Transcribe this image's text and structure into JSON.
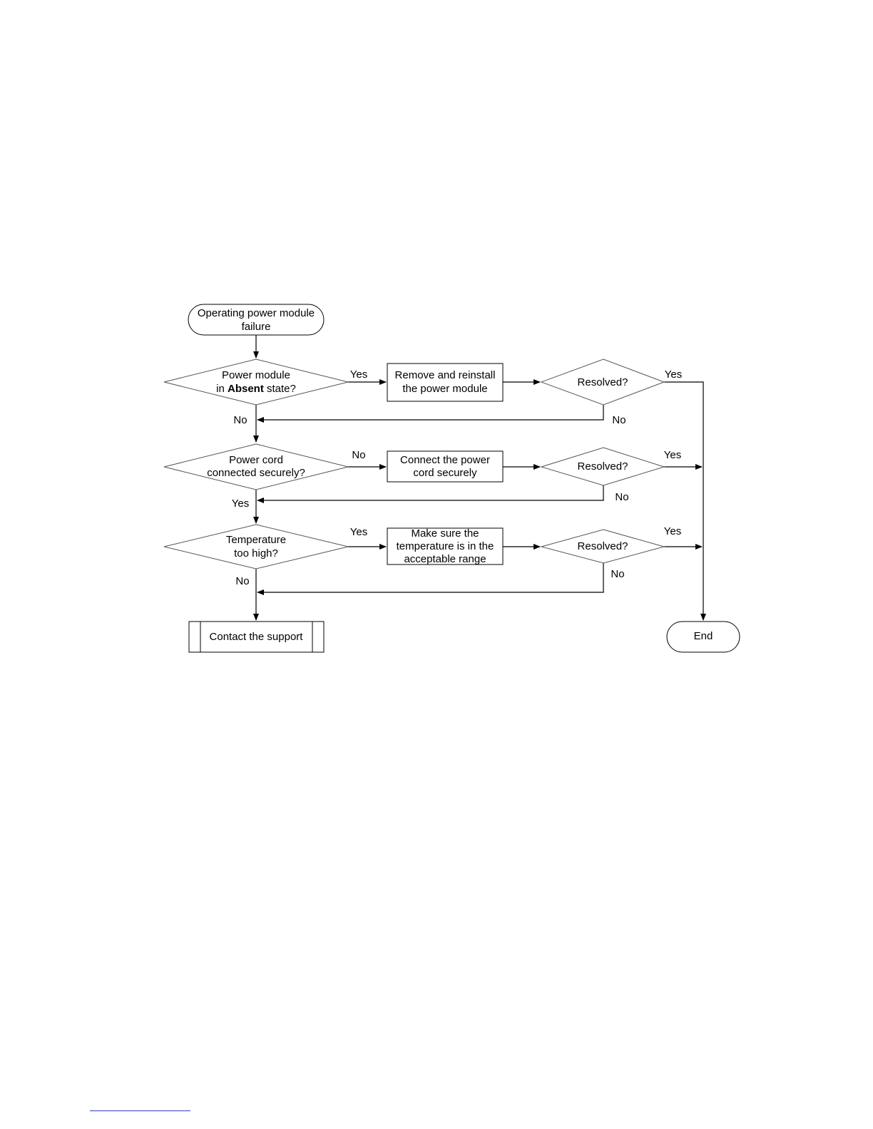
{
  "flowchart": {
    "start": [
      "Operating power module",
      "failure"
    ],
    "decisions": {
      "absent": {
        "line1": "Power module",
        "line2_prefix": "in ",
        "line2_bold": "Absent",
        "line2_suffix": " state?"
      },
      "power_cord": [
        "Power cord",
        "connected securely?"
      ],
      "temperature": [
        "Temperature",
        "too high?"
      ],
      "resolved_1": "Resolved?",
      "resolved_2": "Resolved?",
      "resolved_3": "Resolved?"
    },
    "actions": {
      "reinstall": [
        "Remove and reinstall",
        "the power module"
      ],
      "connect_cord": [
        "Connect the power",
        "cord securely"
      ],
      "temperature_range": [
        "Make sure the",
        "temperature is in the",
        "acceptable range"
      ]
    },
    "support": "Contact the support",
    "end": "End",
    "edge_labels": {
      "absent_yes": "Yes",
      "absent_no": "No",
      "resolved_1_yes": "Yes",
      "resolved_1_no": "No",
      "power_cord_no": "No",
      "power_cord_yes": "Yes",
      "resolved_2_yes": "Yes",
      "resolved_2_no": "No",
      "temperature_yes": "Yes",
      "temperature_no": "No",
      "resolved_3_yes": "Yes",
      "resolved_3_no": "No"
    }
  }
}
